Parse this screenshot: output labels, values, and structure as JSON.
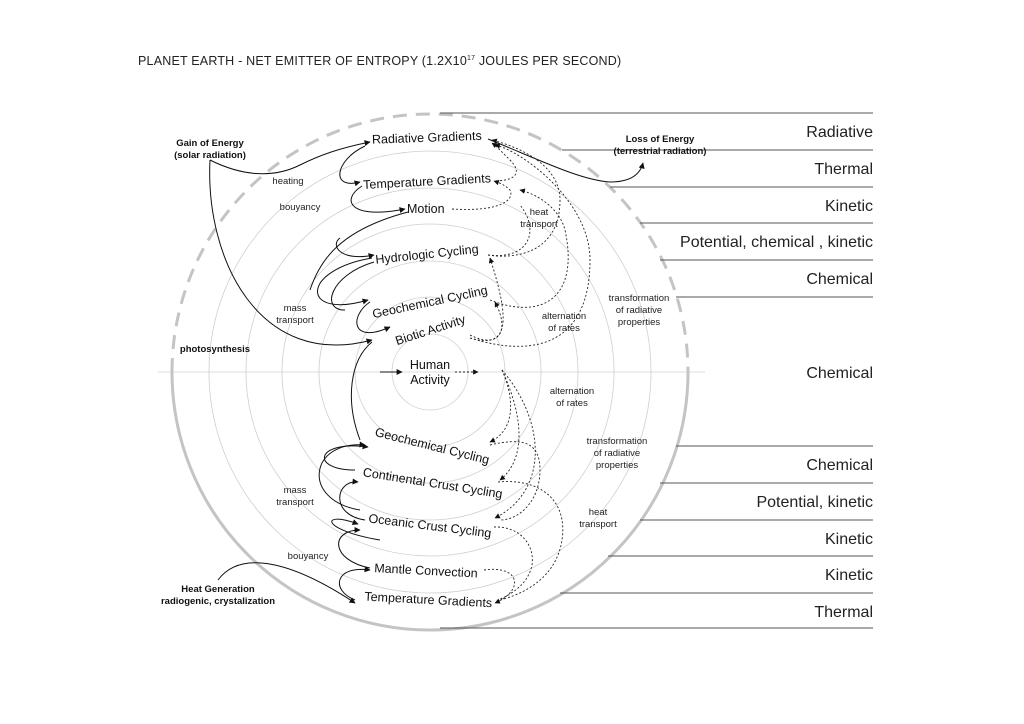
{
  "title": {
    "prefix": "PLANET EARTH - NET EMITTER OF ENTROPY (1.2X10",
    "exponent": "17",
    "suffix": " JOULES PER SECOND)"
  },
  "center": {
    "label_line1": "Human",
    "label_line2": "Activity"
  },
  "upper_nodes": [
    "Radiative Gradients",
    "Temperature Gradients",
    "Motion",
    "Hydrologic Cycling",
    "Geochemical Cycling",
    "Biotic Activity"
  ],
  "lower_nodes": [
    "Geochemical Cycling",
    "Continental Crust Cycling",
    "Oceanic Crust Cycling",
    "Mantle Convection",
    "Temperature Gradients"
  ],
  "external": {
    "gain_line1": "Gain of Energy",
    "gain_line2": "(solar radiation)",
    "loss_line1": "Loss of Energy",
    "loss_line2": "(terrestrial radiation)",
    "photosynthesis": "photosynthesis",
    "heatgen_line1": "Heat Generation",
    "heatgen_line2": "radiogenic, crystalization"
  },
  "process_labels": {
    "heating": "heating",
    "bouyancy_top": "bouyancy",
    "mass_transport_top": [
      "mass",
      "transport"
    ],
    "heat_transport_top": [
      "heat",
      "transport"
    ],
    "alternation_top": [
      "alternation",
      "of rates"
    ],
    "transformation_top": [
      "transformation",
      "of radiative",
      "properties"
    ],
    "alternation_mid": [
      "alternation",
      "of rates"
    ],
    "transformation_bottom": [
      "transformation",
      "of radiative",
      "properties"
    ],
    "heat_transport_bottom": [
      "heat",
      "transport"
    ],
    "mass_transport_bottom": [
      "mass",
      "transport"
    ],
    "bouyancy_bottom": "bouyancy"
  },
  "energy_bands": {
    "upper": [
      "Radiative",
      "Thermal",
      "Kinetic",
      "Potential, chemical , kinetic",
      "Chemical"
    ],
    "middle": "Chemical",
    "lower": [
      "Chemical",
      "Potential, kinetic",
      "Kinetic",
      "Kinetic",
      "Thermal"
    ]
  }
}
